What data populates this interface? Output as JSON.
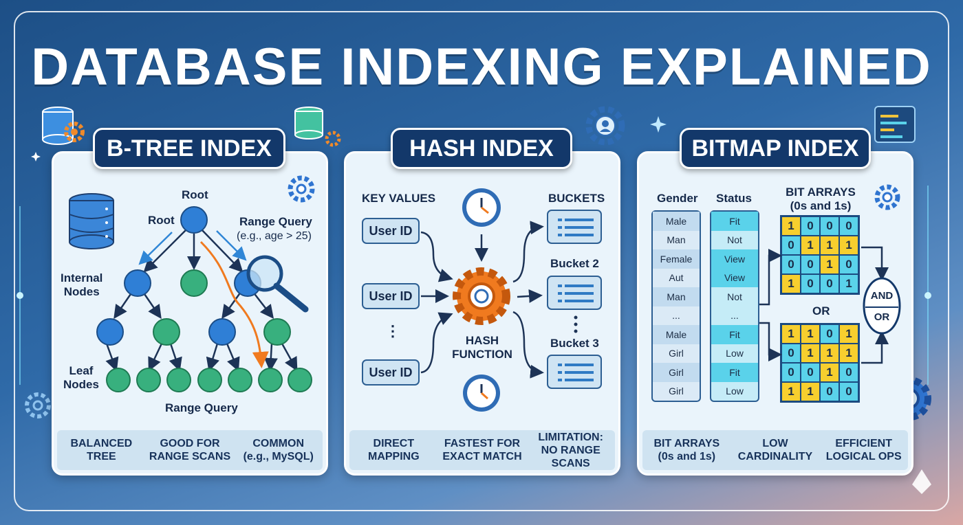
{
  "title": "DATABASE INDEXING EXPLAINED",
  "panels": {
    "btree": {
      "heading": "B-TREE INDEX",
      "labels": {
        "root_top": "Root",
        "root_left": "Root",
        "range_query_top": "Range Query",
        "range_query_example": "(e.g., age > 25)",
        "internal_nodes": "Internal\nNodes",
        "leaf_nodes": "Leaf\nNodes",
        "range_query_bottom": "Range Query"
      },
      "footer": [
        "BALANCED\nTREE",
        "GOOD FOR\nRANGE SCANS",
        "COMMON\n(e.g., MySQL)"
      ]
    },
    "hash": {
      "heading": "HASH INDEX",
      "key_values_title": "KEY VALUES",
      "keys": [
        "User ID",
        "User ID",
        "User ID"
      ],
      "dots": "⋮",
      "function_label": "HASH\nFUNCTION",
      "buckets_title": "BUCKETS",
      "bucket_labels": [
        "Bucket 2",
        "Bucket 3"
      ],
      "footer": [
        "DIRECT\nMAPPING",
        "FASTEST FOR\nEXACT MATCH",
        "LIMITATION:\nNO RANGE SCANS"
      ]
    },
    "bitmap": {
      "heading": "BITMAP INDEX",
      "gender_title": "Gender",
      "gender_values": [
        "Male",
        "Man",
        "Female",
        "Aut",
        "Man",
        "...",
        "Male",
        "Girl",
        "Girl",
        "Girl"
      ],
      "status_title": "Status",
      "status_values": [
        "Fit",
        "Not",
        "View",
        "View",
        "Not",
        "...",
        "Fit",
        "Low",
        "Fit",
        "Low"
      ],
      "bit_arrays_title": "BIT ARRAYS\n(0s and 1s)",
      "grid1": [
        "1",
        "0",
        "0",
        "0",
        "0",
        "1",
        "1",
        "1",
        "0",
        "0",
        "1",
        "0",
        "1",
        "0",
        "0",
        "1"
      ],
      "grid2": [
        "1",
        "1",
        "0",
        "1",
        "0",
        "1",
        "1",
        "1",
        "0",
        "0",
        "1",
        "0",
        "1",
        "1",
        "0",
        "0"
      ],
      "or_label": "OR",
      "op_and": "AND",
      "op_or": "OR",
      "footer": [
        "BIT ARRAYS\n(0s and 1s)",
        "LOW\nCARDINALITY",
        "EFFICIENT\nLOGICAL OPS"
      ]
    }
  },
  "colors": {
    "navy": "#13386a",
    "blue_node": "#2f7fd6",
    "green_node": "#38b07e",
    "orange": "#f07a1f",
    "bit_yellow": "#f7cf2e",
    "bit_teal": "#5ad2ea"
  }
}
